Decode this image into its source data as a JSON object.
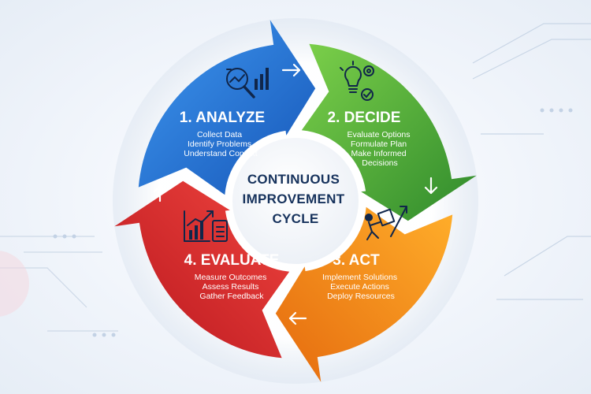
{
  "center": {
    "lines": [
      "CONTINUOUS",
      "IMPROVEMENT",
      "CYCLE"
    ]
  },
  "stages": [
    {
      "title": "1. ANALYZE",
      "items": [
        "Collect Data",
        "Identify Problems",
        "Understand Context"
      ],
      "icon": "magnifier-chart-icon",
      "color": "#1f6fd1"
    },
    {
      "title": "2. DECIDE",
      "items": [
        "Evaluate Options",
        "Formulate Plan",
        "Make Informed",
        "Decisions"
      ],
      "icon": "lightbulb-gears-icon",
      "color": "#47a83a"
    },
    {
      "title": "3. ACT",
      "items": [
        "Implement Solutions",
        "Execute Actions",
        "Deploy Resources"
      ],
      "icon": "person-pushing-box-icon",
      "color": "#f08a12"
    },
    {
      "title": "4. EVALUATE",
      "items": [
        "Measure Outcomes",
        "Assess Results",
        "Gather Feedback"
      ],
      "icon": "growth-chart-clipboard-icon",
      "color": "#db2d2d"
    }
  ],
  "arrows": [
    "arrow-right-icon",
    "arrow-down-icon",
    "arrow-left-icon",
    "arrow-up-icon"
  ]
}
